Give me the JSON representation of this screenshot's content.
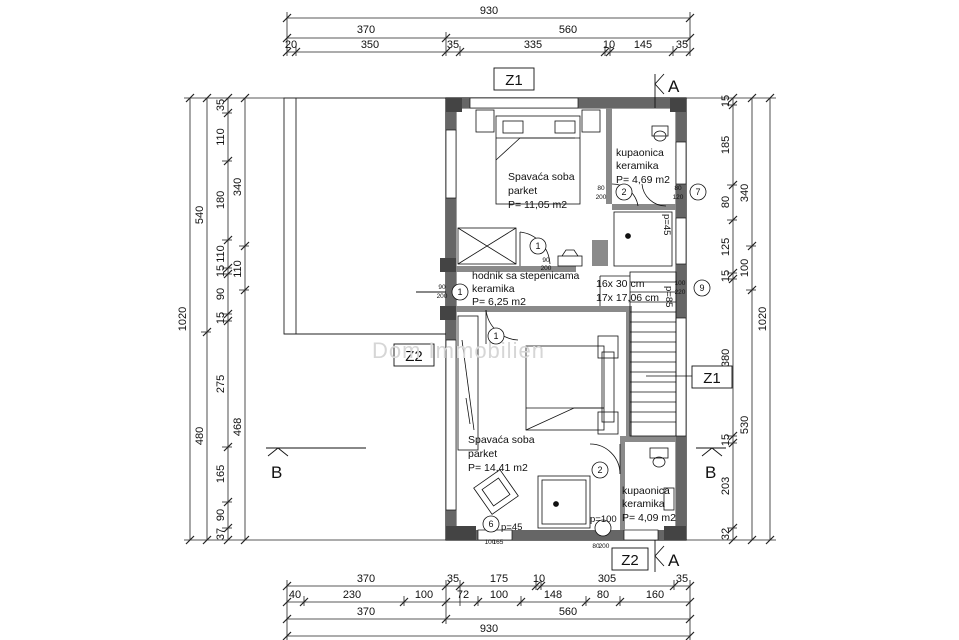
{
  "dims_top": {
    "total": "930",
    "row2": [
      "370",
      "560"
    ],
    "row3": [
      "20",
      "350",
      "35",
      "335",
      "10",
      "145",
      "35"
    ]
  },
  "dims_bottom": {
    "row1": [
      "370",
      "35",
      "175",
      "10",
      "305",
      "35"
    ],
    "row2": [
      "40",
      "230",
      "100",
      "72",
      "100",
      "148",
      "80",
      "160"
    ],
    "row3": [
      "370",
      "560"
    ],
    "total": "930"
  },
  "dims_left": {
    "total": "1020",
    "row2": [
      "540",
      "480"
    ],
    "row3": [
      "35",
      "110",
      "180",
      "110",
      "15",
      "90",
      "15",
      "275",
      "165",
      "90",
      "37"
    ],
    "row4": [
      "340",
      "110",
      "468"
    ]
  },
  "dims_right": {
    "total": "1020",
    "row2": [
      "340",
      "100",
      "530"
    ],
    "row3": [
      "15",
      "185",
      "80",
      "125",
      "15",
      "380",
      "15",
      "203",
      "32"
    ]
  },
  "section_marks": {
    "z1_top": "Z1",
    "z1_right": "Z1",
    "z2_left": "Z2",
    "z2_bottom": "Z2",
    "a_top": "A",
    "a_bottom": "A",
    "b_left": "B",
    "b_right": "B"
  },
  "rooms": {
    "bedroom1": {
      "name": "Spavaća soba",
      "floor": "parket",
      "area": "P= 11,05 m2"
    },
    "bathroom1": {
      "name": "kupaonica",
      "floor": "keramika",
      "area": "P= 4,69 m2"
    },
    "hall": {
      "name": "hodnik sa stepenicama",
      "floor": "keramika",
      "area": "P= 6,25 m2"
    },
    "stairs": {
      "line1": "16x 30 cm",
      "line2": "17x 17,06 cm"
    },
    "bedroom2": {
      "name": "Spavaća soba",
      "floor": "parket",
      "area": "P= 14,41 m2"
    },
    "bathroom2": {
      "name": "kupaonica",
      "floor": "keramika",
      "area": "P= 4,09 m2"
    }
  },
  "openings": {
    "door1": {
      "num": "1",
      "w": "90",
      "h": "200"
    },
    "door1b": {
      "num": "1",
      "w": "90",
      "h": "200"
    },
    "door2": {
      "num": "2",
      "w": "80",
      "h": "200"
    },
    "door2b": {
      "num": "2",
      "w": "80",
      "h": "200"
    },
    "win7": {
      "num": "7",
      "w": "80",
      "h": "120"
    },
    "win9": {
      "num": "9",
      "w": "100",
      "h": "220"
    },
    "win6": {
      "num": "6",
      "w": "100",
      "h": "165"
    },
    "sill_p45a": "p=45",
    "sill_p45b": "p=45",
    "sill_p85": "p=85",
    "sill_p100": "p=100"
  },
  "watermark": "Dom Immobilien"
}
